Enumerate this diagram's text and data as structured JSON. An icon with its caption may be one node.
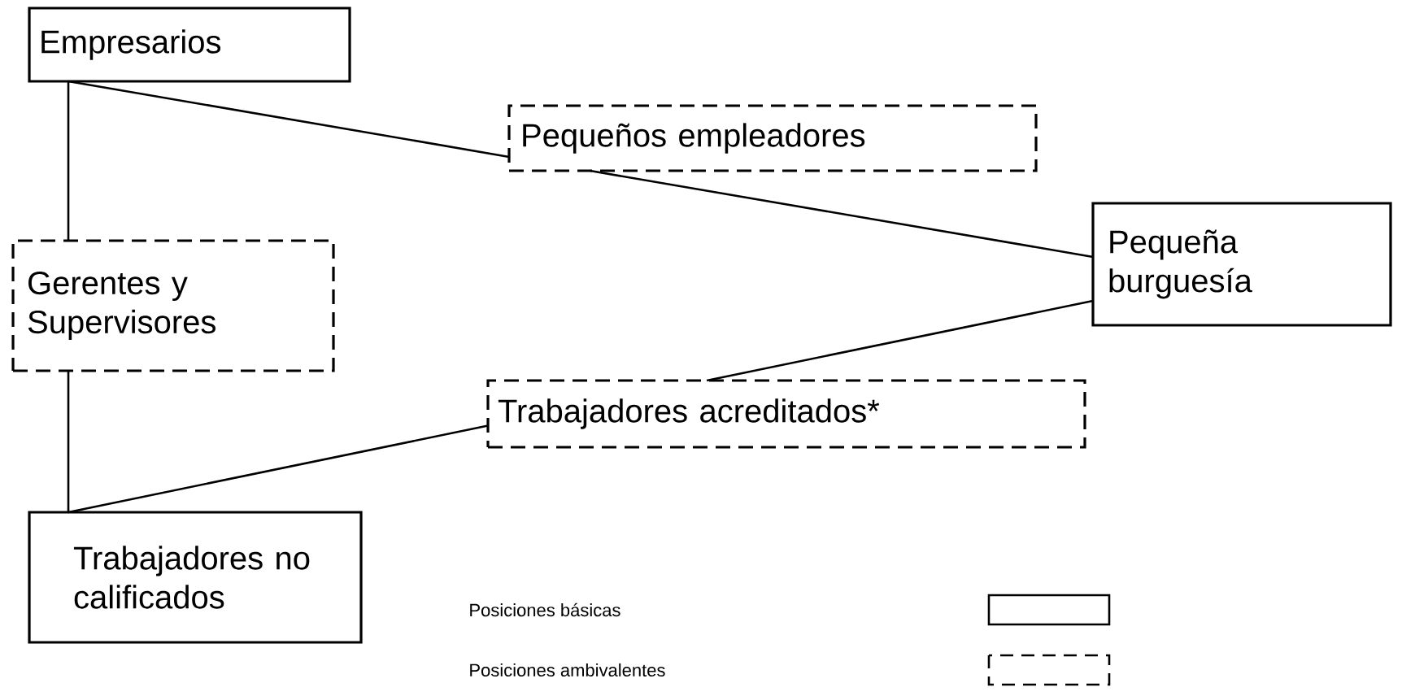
{
  "diagram": {
    "nodes": [
      {
        "text": [
          "Empresarios"
        ]
      },
      {
        "text": [
          "Pequeños empleadores"
        ]
      },
      {
        "text": [
          "Gerentes y Supervisores"
        ]
      },
      {
        "text": [
          "Pequeña burguesía"
        ]
      },
      {
        "text": [
          "Trabajadores acreditados*"
        ]
      },
      {
        "text": [
          "Trabajadores no calificados"
        ]
      }
    ],
    "edges": [
      {
        "from": 0,
        "to": 1,
        "arrow": "none"
      },
      {
        "from": 1,
        "to": 3,
        "arrow": "none"
      },
      {
        "from": 0,
        "to": 2,
        "arrow": "none"
      },
      {
        "from": 2,
        "to": 5,
        "arrow": "none"
      },
      {
        "from": 5,
        "to": 4,
        "arrow": "none"
      },
      {
        "from": 4,
        "to": 3,
        "arrow": "none"
      }
    ],
    "legend": [
      {
        "text": "Posiciones básicas"
      },
      {
        "text": "Posiciones ambivalentes"
      }
    ]
  }
}
